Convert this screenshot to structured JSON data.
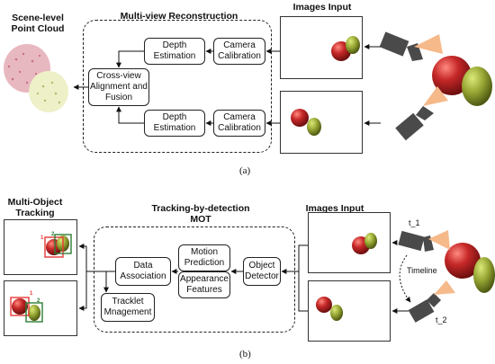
{
  "panel_a": {
    "title_pointcloud": "Scene-level Point Cloud",
    "title_reconstruction": "Multi-view Reconstruction",
    "title_images": "Images Input",
    "boxes": {
      "depth_top": "Depth Estimation",
      "camera_top": "Camera Calibration",
      "fusion": "Cross-view Alignment and Fusion",
      "depth_bottom": "Depth Estimation",
      "camera_bottom": "Camera Calibration"
    },
    "caption": "(a)"
  },
  "panel_b": {
    "title_tracking": "Multi-Object Tracking",
    "title_tbd": "Tracking-by-detection MOT",
    "title_images": "Images Input",
    "boxes": {
      "data_association": "Data Association",
      "motion": "Motion Prediction",
      "appearance": "Appearance Features",
      "object_detector": "Object Detector",
      "tracklet": "Tracklet Mnagement"
    },
    "ids": {
      "top_red": "1",
      "top_green": "2",
      "bottom_red": "1",
      "bottom_green": "2"
    },
    "t1": "t_1",
    "t2": "t_2",
    "timeline": "Timeline",
    "caption": "(b)"
  }
}
